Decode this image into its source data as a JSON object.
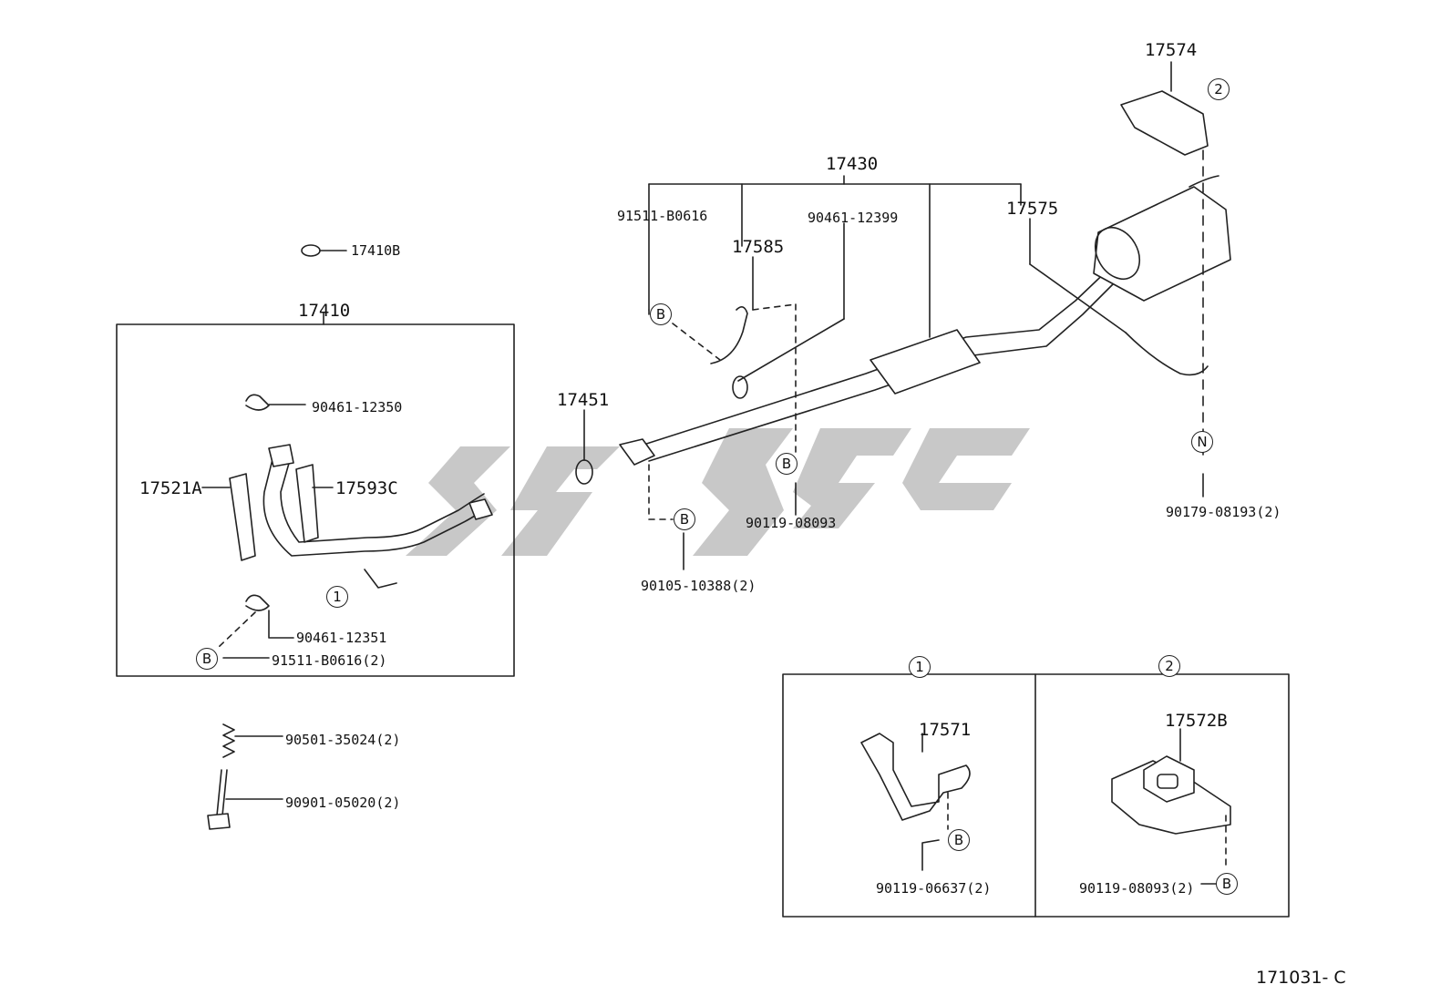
{
  "parts": {
    "p17574": "17574",
    "p17430": "17430",
    "p17575": "17575",
    "p91511_b0616": "91511-B0616",
    "p90461_12399": "90461-12399",
    "p17585": "17585",
    "p17410b": "17410B",
    "p17410": "17410",
    "p90461_12350": "90461-12350",
    "p17521a": "17521A",
    "p17593c": "17593C",
    "p17451": "17451",
    "p90119_08093": "90119-08093",
    "p90105_10388": "90105-10388(2)",
    "p90179_08193": "90179-08193(2)",
    "p90461_12351": "90461-12351",
    "p91511_b0616_2": "91511-B0616(2)",
    "p90501_35024": "90501-35024(2)",
    "p90901_05020": "90901-05020(2)",
    "p17571": "17571",
    "p17572b": "17572B",
    "p90119_06637": "90119-06637(2)",
    "p90119_08093_2": "90119-08093(2)"
  },
  "markers": {
    "b": "B",
    "n": "N",
    "one": "1",
    "two": "2"
  },
  "diagram_ref": "171031- C",
  "colors": {
    "line": "#222222",
    "watermark": "#c8c8c8"
  }
}
